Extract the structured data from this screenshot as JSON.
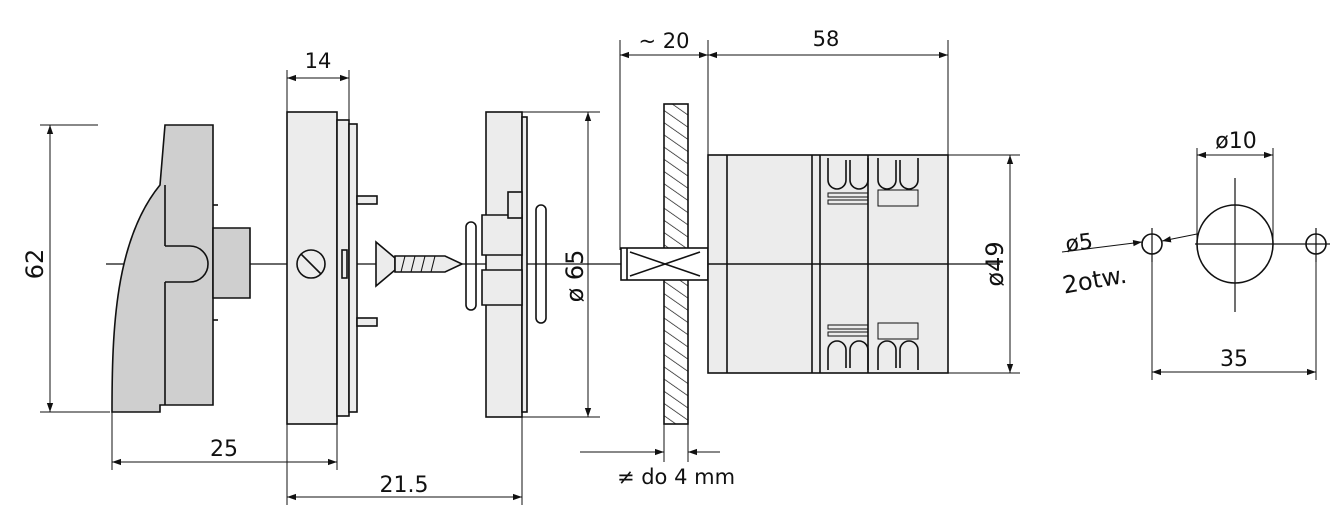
{
  "dimensions": {
    "width_14": "14",
    "approx_20": "~ 20",
    "width_58": "58",
    "height_62": "62",
    "diameter_65": "ø 65",
    "diameter_49": "ø49",
    "diameter_10": "ø10",
    "hole_diameter_5": "ø5",
    "hole_count": "2otw.",
    "hole_spacing_35": "35",
    "length_25": "25",
    "length_21_5": "21.5",
    "panel_thickness": "≠ do 4 mm"
  },
  "colors": {
    "line": "#111111",
    "part_fill": "#ececec",
    "knob_fill": "#cfcfcf",
    "background": "#ffffff"
  }
}
